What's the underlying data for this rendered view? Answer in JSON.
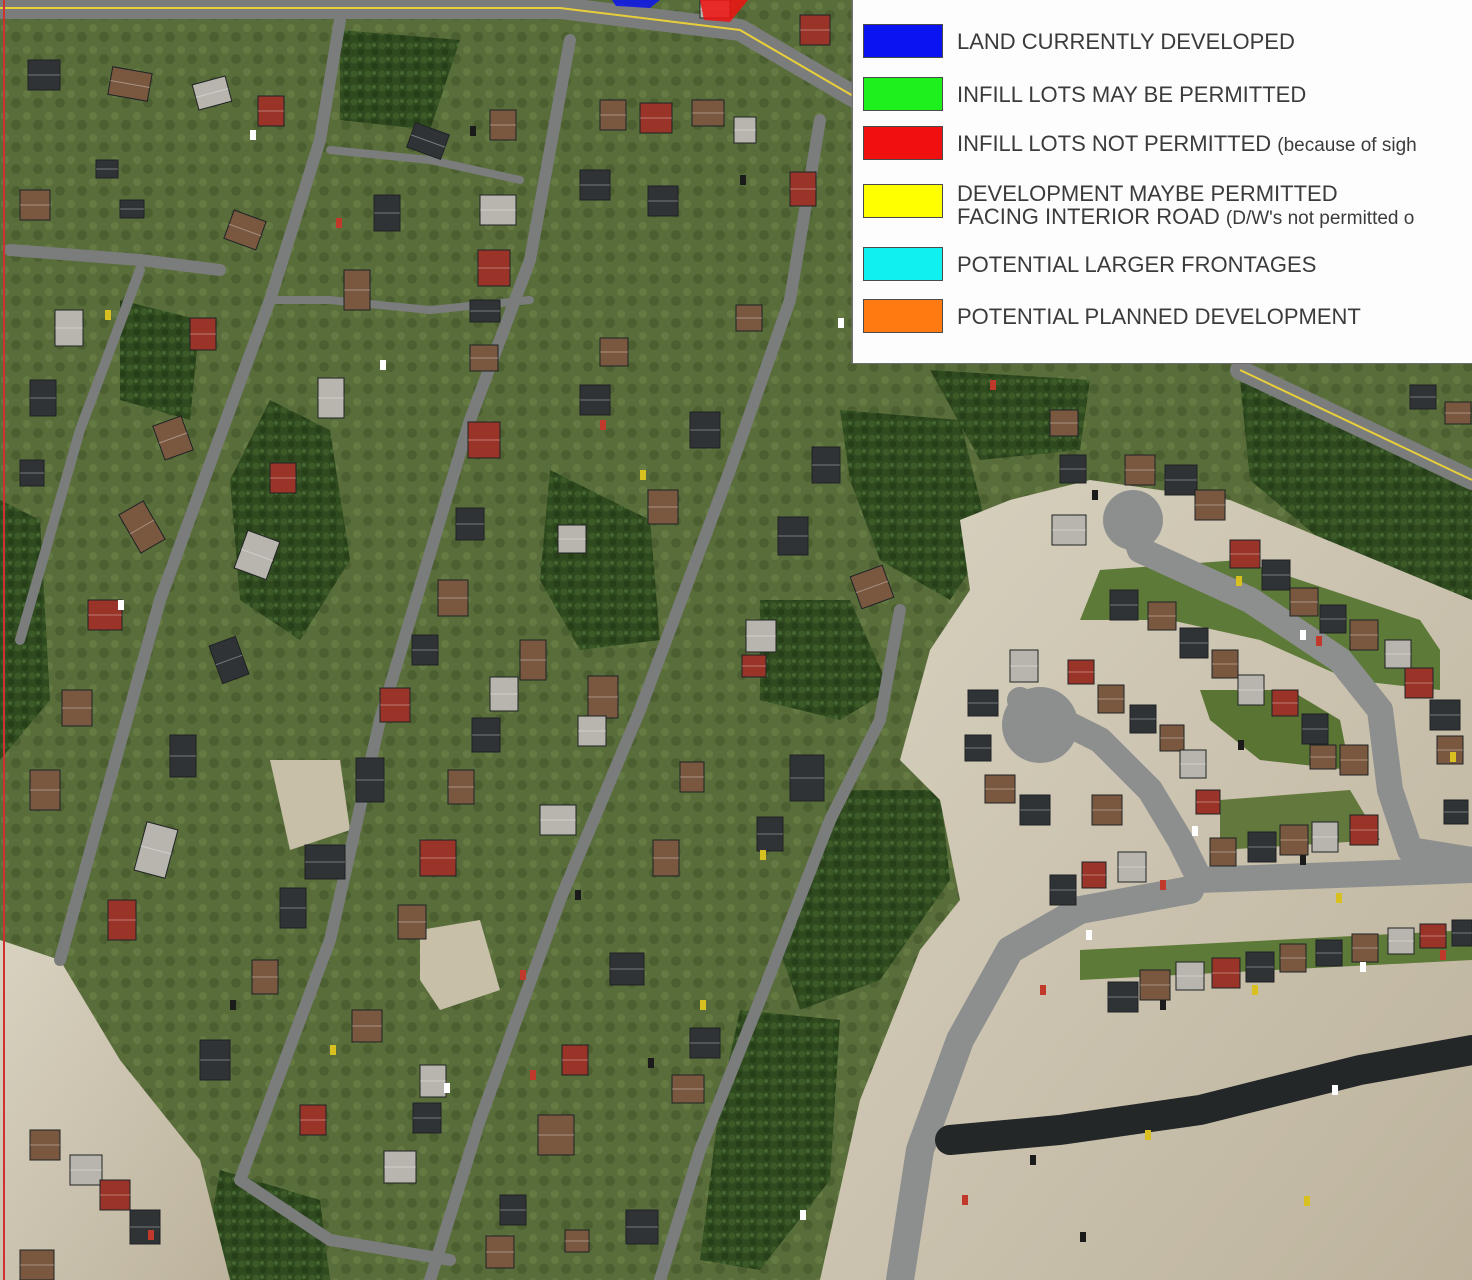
{
  "legend": {
    "items": [
      {
        "label": "LAND CURRENTLY DEVELOPED",
        "note": "",
        "color": "#0a14f0"
      },
      {
        "label": "INFILL LOTS MAY BE PERMITTED",
        "note": "",
        "color": "#1ef01e"
      },
      {
        "label": "INFILL LOTS NOT PERMITTED",
        "note": "(because of sigh",
        "color": "#f01010"
      },
      {
        "label": "DEVELOPMENT MAYBE PERMITTED",
        "line2": "FACING INTERIOR ROAD",
        "note": "(D/W's not permitted o",
        "color": "#ffff00"
      },
      {
        "label": "POTENTIAL LARGER FRONTAGES",
        "note": "",
        "color": "#10f0f0"
      },
      {
        "label": "POTENTIAL PLANNED DEVELOPMENT",
        "note": "",
        "color": "#ff7a10"
      }
    ]
  },
  "map": {
    "colors": {
      "grass": "#55683a",
      "forest": "#2f4a1f",
      "gravel": "#cfc7b3",
      "road": "#7a7d7c",
      "new_road": "#242728",
      "centerline": "#e8cf3a",
      "roof_dark": "#2f3336",
      "roof_brown": "#7a5840",
      "roof_light": "#b7b5ad",
      "roof_red": "#9a3428"
    }
  }
}
